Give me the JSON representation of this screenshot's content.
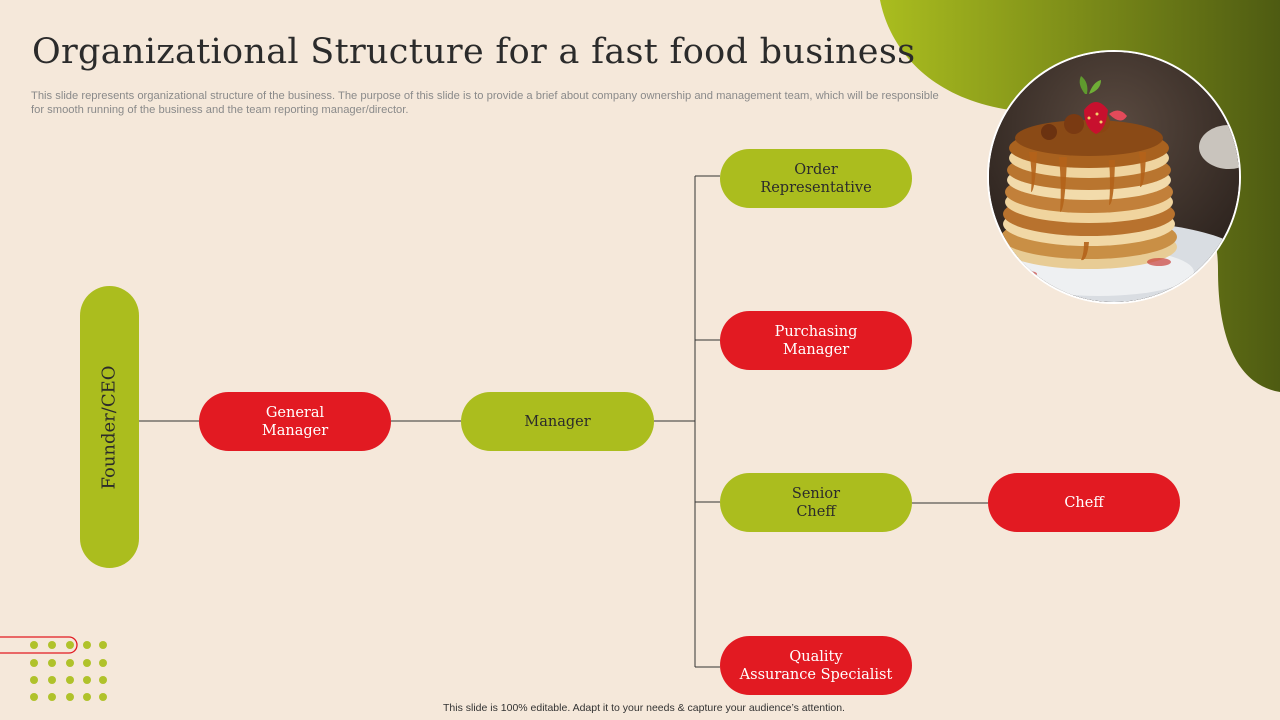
{
  "slide": {
    "title": "Organizational Structure for a fast food business",
    "subtitle": "This slide represents organizational structure of the business. The purpose of this slide is to provide a brief about company ownership and management team, which will be responsible for smooth running of the business and the team reporting manager/director.",
    "footer": "This slide is 100% editable.  Adapt it to your needs & capture your audience’s attention."
  },
  "org_chart": {
    "ceo": "Founder/CEO",
    "general_manager": "General\nManager",
    "manager": "Manager",
    "order_rep": "Order\nRepresentative",
    "purchasing_manager": "Purchasing\nManager",
    "senior_cheff": "Senior\nCheff",
    "cheff": "Cheff",
    "quality_specialist": "Quality\nAssurance Specialist"
  },
  "colors": {
    "background": "#f5e8da",
    "green": "#abbd1e",
    "red": "#e21a22",
    "dark_green": "#4f5c12",
    "connector": "#333333"
  },
  "image": {
    "subject": "pancake-stack-photo"
  }
}
